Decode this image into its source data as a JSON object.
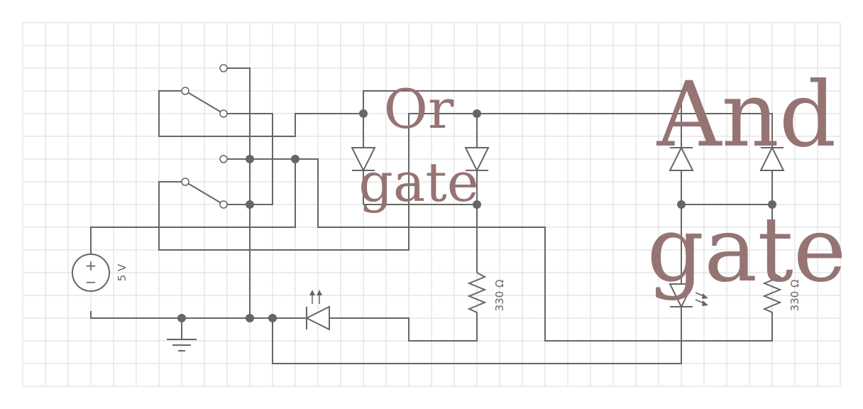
{
  "source": {
    "symbol": "+",
    "minus": "−",
    "label": "5 V"
  },
  "resistors": [
    {
      "label": "330 Ω"
    },
    {
      "label": "330 Ω"
    }
  ],
  "gates": {
    "or": {
      "line1": "Or",
      "line2": "gate"
    },
    "and": {
      "line1": "And",
      "line2": "gate"
    }
  },
  "colors": {
    "background": "#ffffff",
    "grid": "#e6e6e6",
    "wire": "#666666",
    "junction": "#666666",
    "annotation": "#967474"
  }
}
